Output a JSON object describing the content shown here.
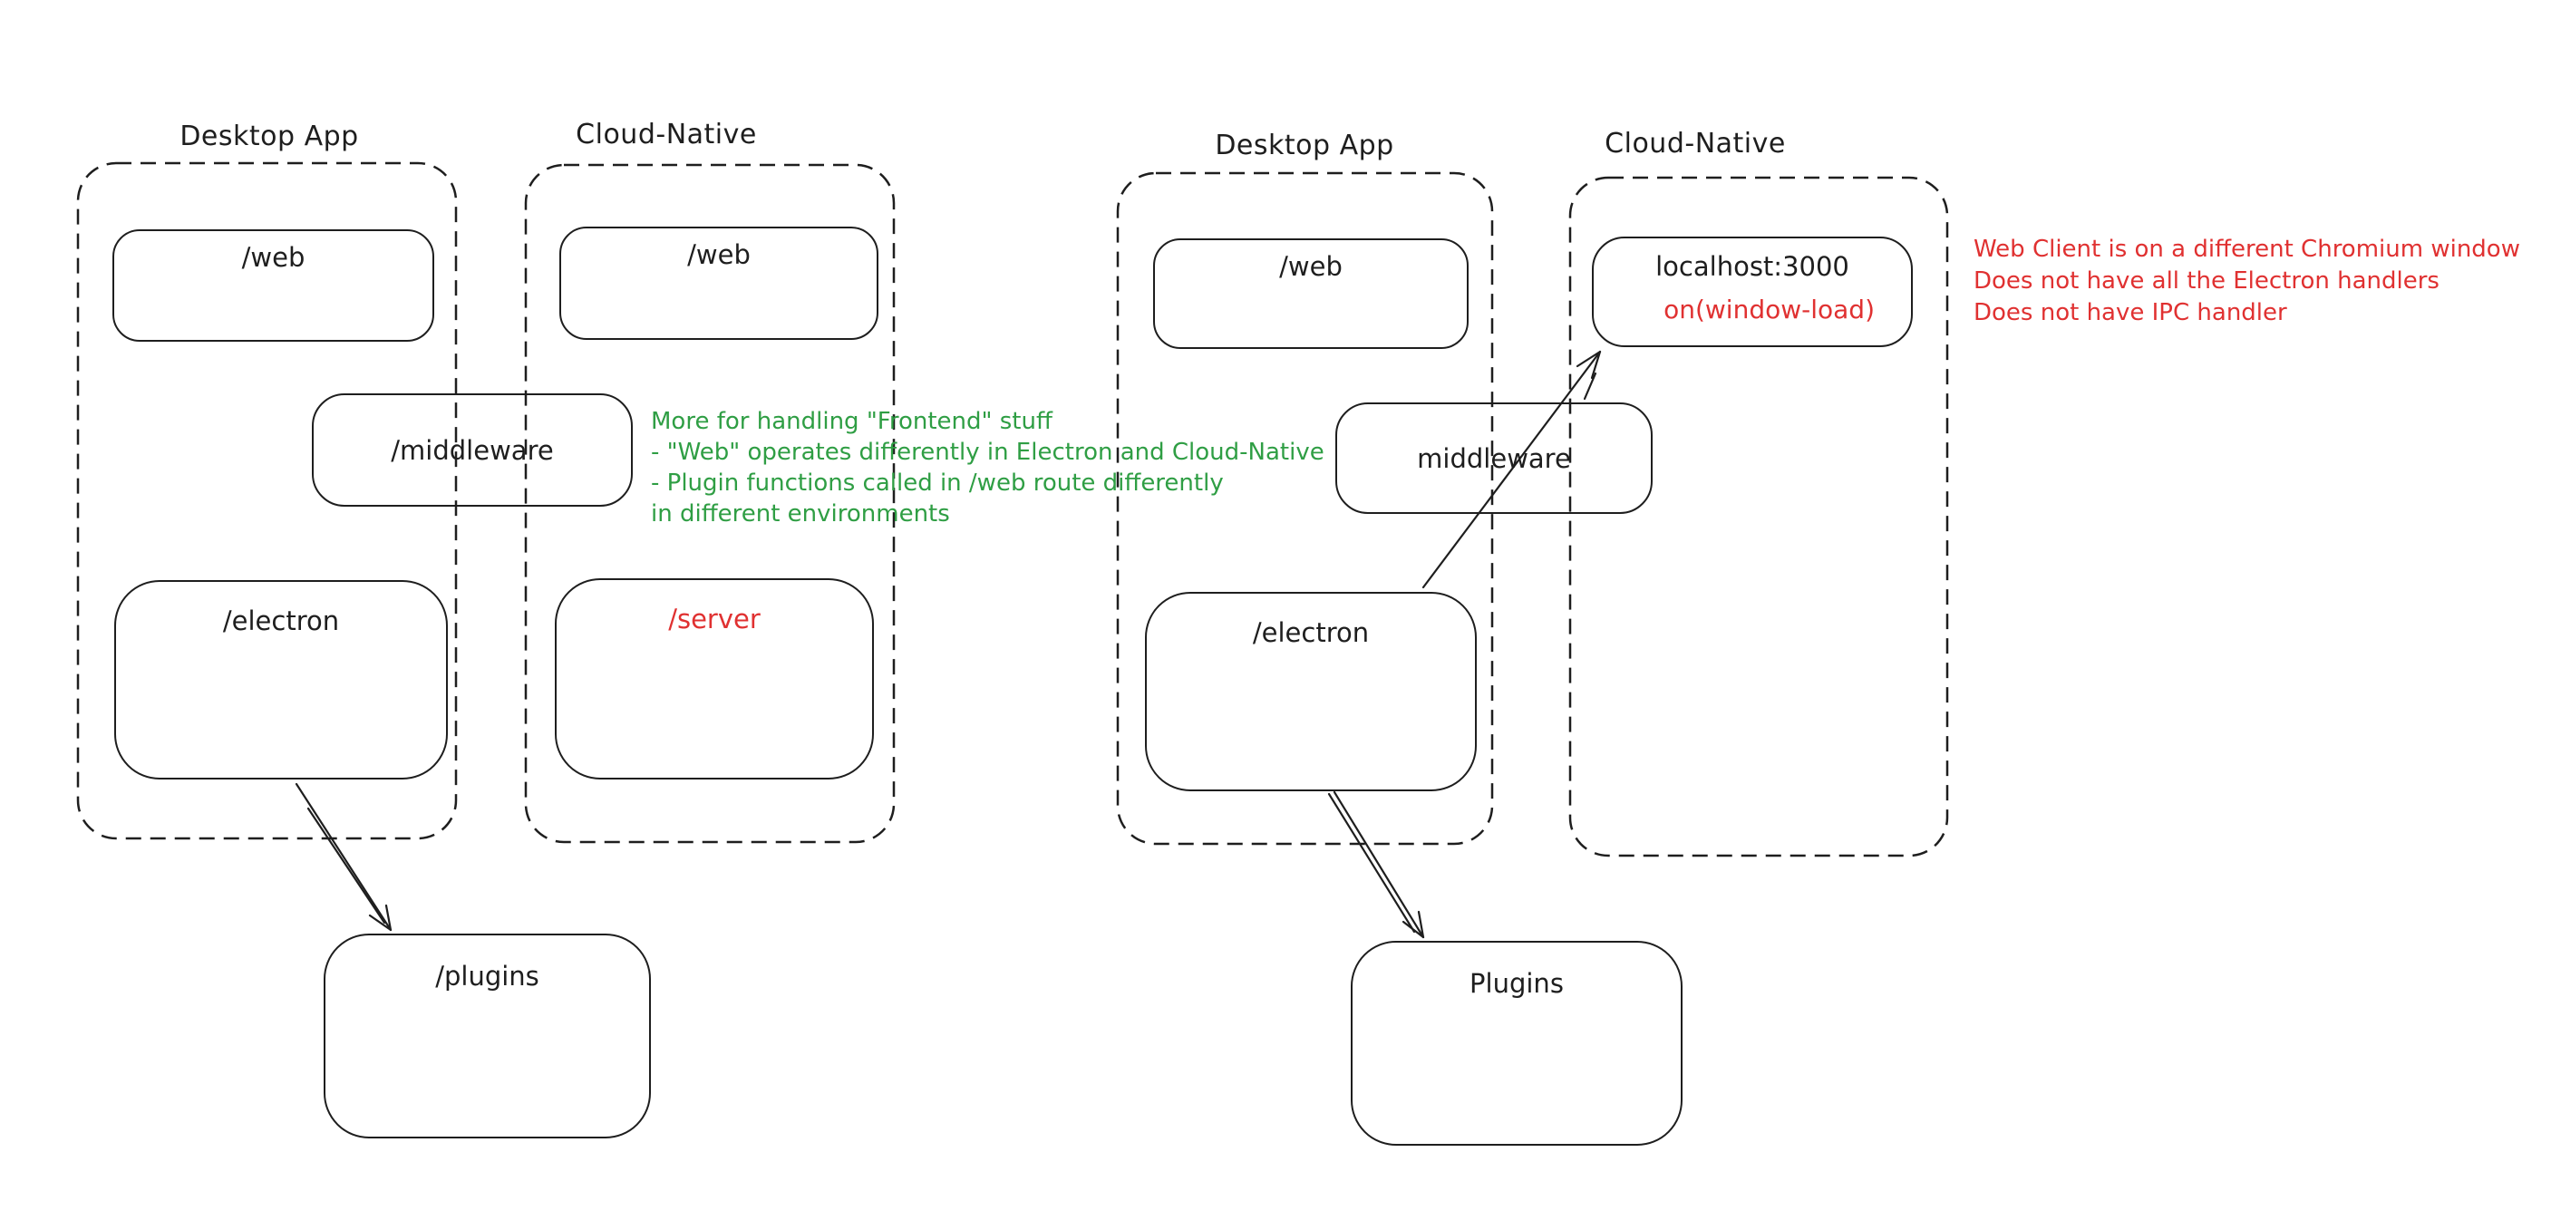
{
  "colors": {
    "ink": "#1e1e1e",
    "red_accent": "#e03131",
    "green_accent": "#2f9e44",
    "background": "#ffffff"
  },
  "left_diagram": {
    "desktop_header": "Desktop App",
    "cloud_header": "Cloud-Native",
    "web_desktop_label": "/web",
    "web_cloud_label": "/web",
    "middleware_label": "/middleware",
    "electron_label": "/electron",
    "server_label": "/server",
    "plugins_label": "/plugins"
  },
  "right_diagram": {
    "desktop_header": "Desktop App",
    "cloud_header": "Cloud-Native",
    "web_label": "/web",
    "localhost_label": "localhost:3000",
    "window_load_label": "on(window-load)",
    "middleware_label": "middleware",
    "electron_label": "/electron",
    "plugins_label": "Plugins"
  },
  "notes": {
    "green": [
      "More for handling \"Frontend\" stuff",
      "- \"Web\" operates differently in Electron and Cloud-Native",
      "- Plugin functions called in /web route differently",
      "in different environments"
    ],
    "red": [
      "Web Client is on a different Chromium window",
      "Does not have all the Electron handlers",
      "Does not have IPC handler"
    ]
  }
}
